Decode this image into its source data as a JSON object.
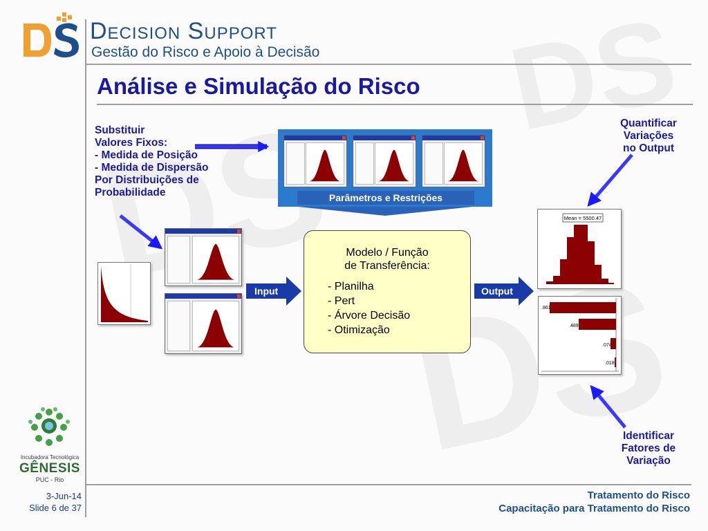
{
  "header": {
    "logo_text": "DS",
    "brand_title": "Decision Support",
    "brand_subtitle": "Gestão do Risco e Apoio à Decisão"
  },
  "slide": {
    "title": "Análise e Simulação do Risco"
  },
  "left_text": {
    "lines": [
      "Substituir",
      "Valores Fixos:",
      "- Medida de Posição",
      "- Medida de Dispersão",
      "Por Distribuições de",
      "Probabilidade"
    ]
  },
  "banner": {
    "label": "Parâmetros e Restrições"
  },
  "model": {
    "title_line1": "Modelo / Função",
    "title_line2": "de Transferência:",
    "items": [
      "- Planilha",
      "- Pert",
      "- Árvore Decisão",
      "- Otimização"
    ]
  },
  "io": {
    "input_label": "Input",
    "output_label": "Output"
  },
  "right_top": {
    "lines": [
      "Quantificar",
      "Variações",
      "no Output"
    ]
  },
  "right_bottom": {
    "lines": [
      "Identificar",
      "Fatores de",
      "Variação"
    ]
  },
  "histogram": {
    "mean_label": "Mean = 5500.47"
  },
  "tornado": {
    "labels": [
      ".861",
      ".489",
      ".074",
      ".018"
    ]
  },
  "genesis": {
    "name": "Incubadora Tecnológica",
    "main": "GÊNESIS",
    "sub": "PUC - Rio"
  },
  "footer": {
    "date": "3-Jun-14",
    "slide_info": "Slide 6 de 37",
    "right_line1": "Tratamento do Risco",
    "right_line2": "Capacitação para Tratamento do Risco"
  },
  "colors": {
    "title_blue": "#1a1aa0",
    "brand_blue": "#1f4e8c",
    "orange": "#f0a030",
    "chart_red": "#8b0000",
    "model_fill": "#ffffc6",
    "banner_blue": "#2a7ad0"
  }
}
